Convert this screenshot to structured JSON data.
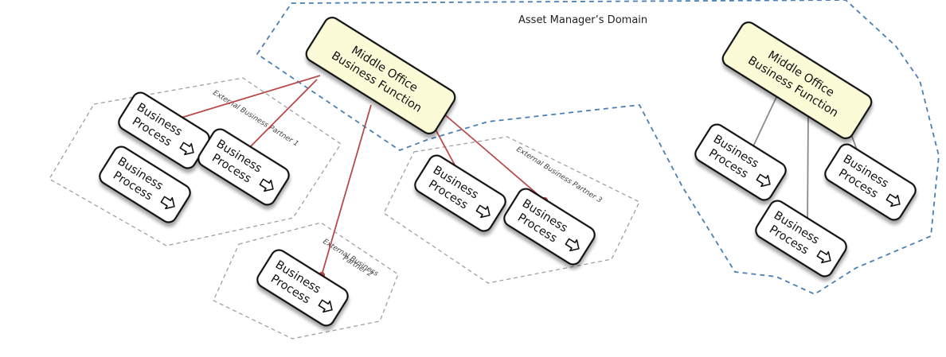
{
  "domain": {
    "label": "Asset Manager’s Domain"
  },
  "middle_office": [
    {
      "line1": "Middle Office",
      "line2": "Business Function"
    },
    {
      "line1": "Middle Office",
      "line2": "Business Function"
    }
  ],
  "partners": [
    {
      "label": "External Business Partner 1"
    },
    {
      "line1": "External Business",
      "line2": "Partner 2"
    },
    {
      "label": "External Business Partner 3"
    }
  ],
  "process": {
    "line1": "Business",
    "line2": "Process"
  },
  "colors": {
    "partner_connector": "#b84a4a",
    "domain_connector": "#8a8a8a",
    "domain_border": "#4a7fb5",
    "partner_border": "#a0a0a0",
    "function_fill": "#fbfbd8"
  }
}
